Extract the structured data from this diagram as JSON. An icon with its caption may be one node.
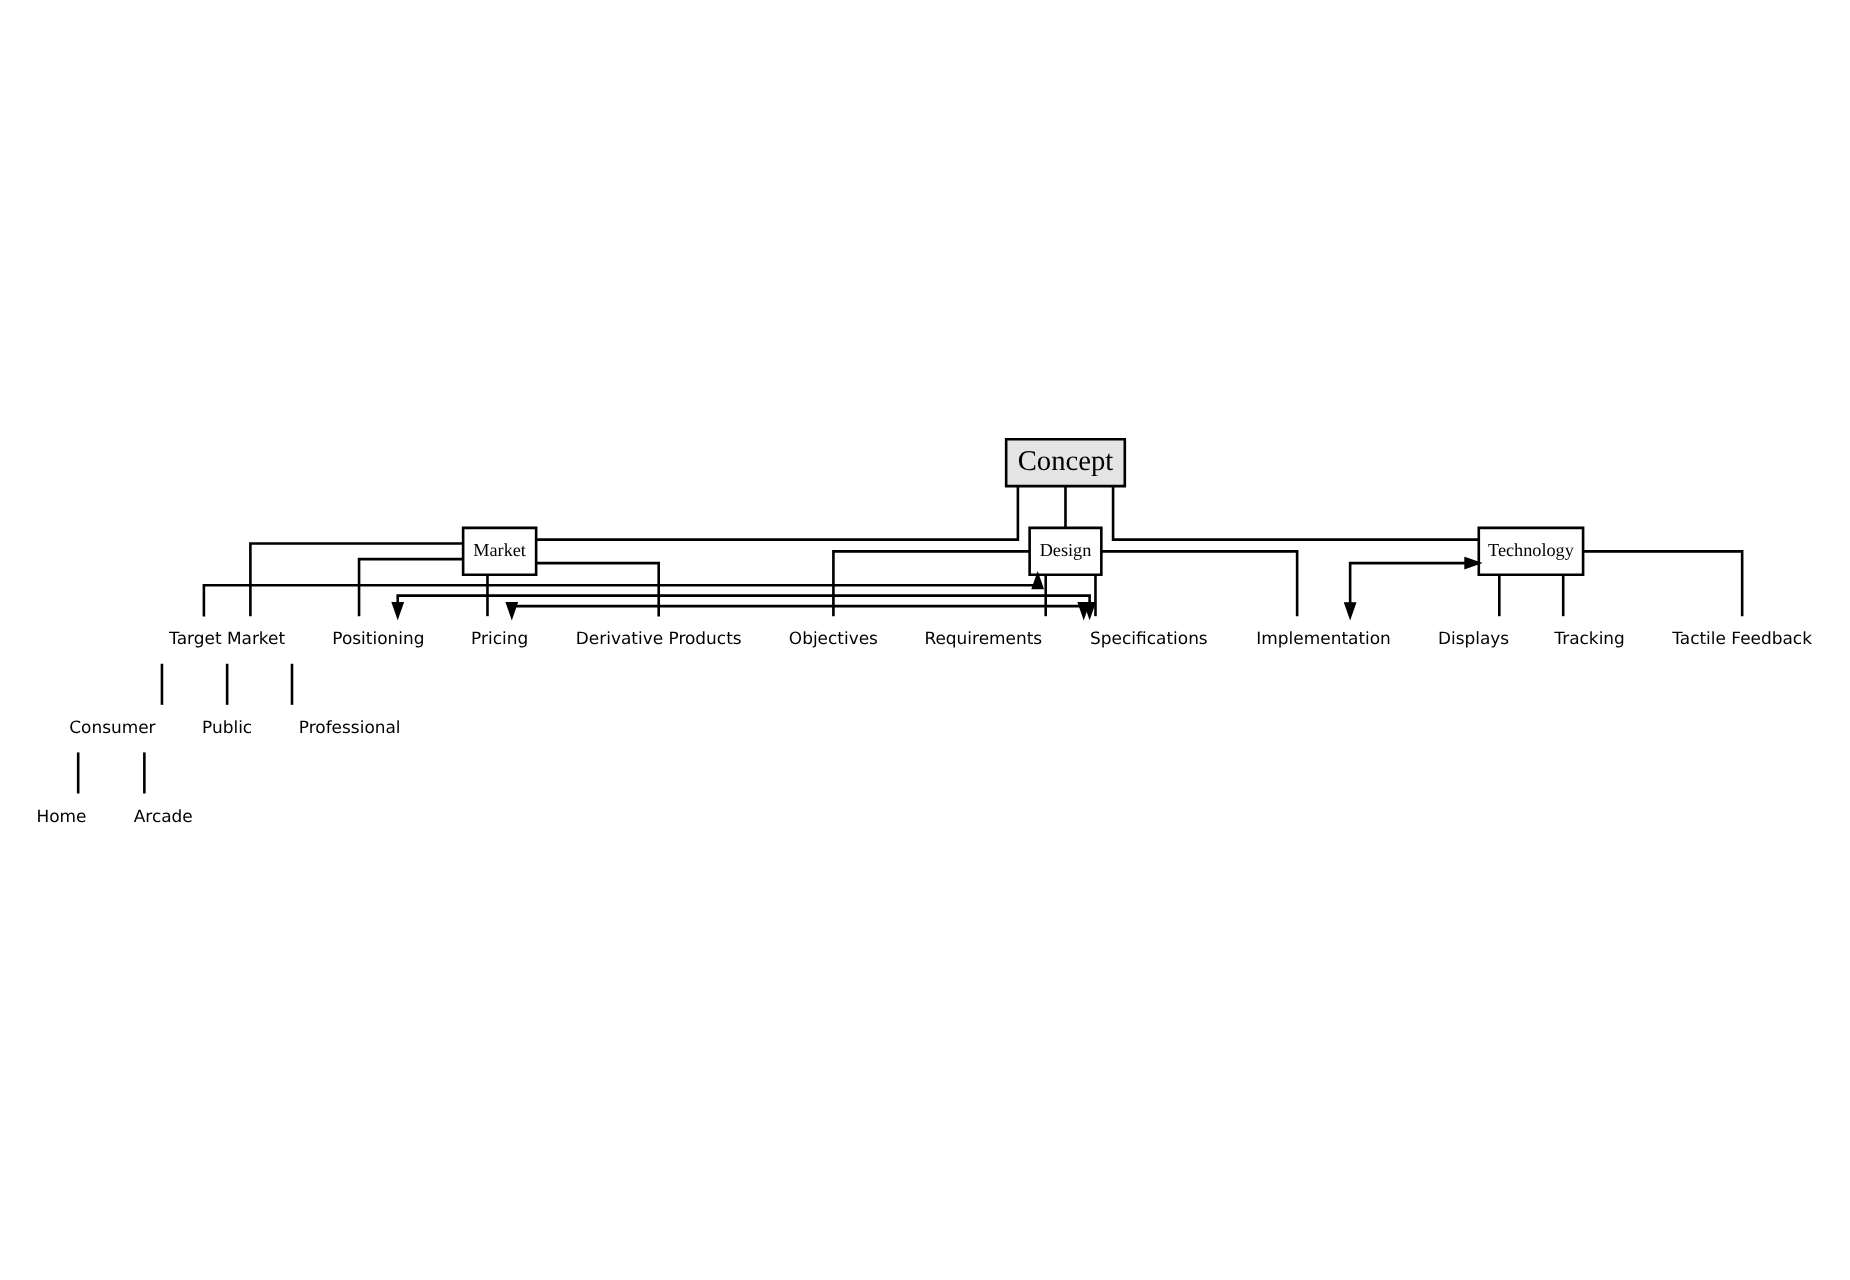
{
  "diagram": {
    "nodes": [
      {
        "text": [
          "Concept"
        ]
      },
      {
        "text": [
          "Market"
        ]
      },
      {
        "text": [
          "Design"
        ]
      },
      {
        "text": [
          "Technology"
        ]
      },
      {
        "text": [
          "Target Market"
        ]
      },
      {
        "text": [
          "Consumer"
        ]
      },
      {
        "text": [
          "Home"
        ]
      },
      {
        "text": [
          "Arcade"
        ]
      },
      {
        "text": [
          "Public"
        ]
      },
      {
        "text": [
          "Professional"
        ]
      },
      {
        "text": [
          "Positioning"
        ]
      },
      {
        "text": [
          "Pricing"
        ]
      },
      {
        "text": [
          "Derivative Products"
        ]
      },
      {
        "text": [
          "Objectives"
        ]
      },
      {
        "text": [
          "Requirements"
        ]
      },
      {
        "text": [
          "Specifications"
        ]
      },
      {
        "text": [
          "Implementation"
        ]
      },
      {
        "text": [
          "Displays"
        ]
      },
      {
        "text": [
          "Tracking"
        ]
      },
      {
        "text": [
          "Tactile Feedback"
        ]
      }
    ],
    "edges": [
      {
        "from": 0,
        "to": 1,
        "arrow": "none"
      },
      {
        "from": 0,
        "to": 2,
        "arrow": "none"
      },
      {
        "from": 0,
        "to": 3,
        "arrow": "none"
      },
      {
        "from": 1,
        "to": 4,
        "arrow": "none"
      },
      {
        "from": 4,
        "to": 5,
        "arrow": "none"
      },
      {
        "from": 5,
        "to": 6,
        "arrow": "none"
      },
      {
        "from": 5,
        "to": 7,
        "arrow": "none"
      },
      {
        "from": 4,
        "to": 8,
        "arrow": "none"
      },
      {
        "from": 4,
        "to": 9,
        "arrow": "none"
      },
      {
        "from": 1,
        "to": 10,
        "arrow": "none"
      },
      {
        "from": 1,
        "to": 11,
        "arrow": "none"
      },
      {
        "from": 1,
        "to": 12,
        "arrow": "none"
      },
      {
        "from": 2,
        "to": 13,
        "arrow": "none"
      },
      {
        "from": 2,
        "to": 14,
        "arrow": "none"
      },
      {
        "from": 2,
        "to": 15,
        "arrow": "none"
      },
      {
        "from": 2,
        "to": 16,
        "arrow": "none"
      },
      {
        "from": 3,
        "to": 17,
        "arrow": "none"
      },
      {
        "from": 3,
        "to": 18,
        "arrow": "none"
      },
      {
        "from": 3,
        "to": 19,
        "arrow": "none"
      },
      {
        "from": 4,
        "to": 2,
        "arrow": "to"
      },
      {
        "from": 15,
        "to": 10,
        "arrow": "both"
      },
      {
        "from": 15,
        "to": 11,
        "arrow": "both"
      },
      {
        "from": 3,
        "to": 16,
        "arrow": "both"
      }
    ]
  }
}
